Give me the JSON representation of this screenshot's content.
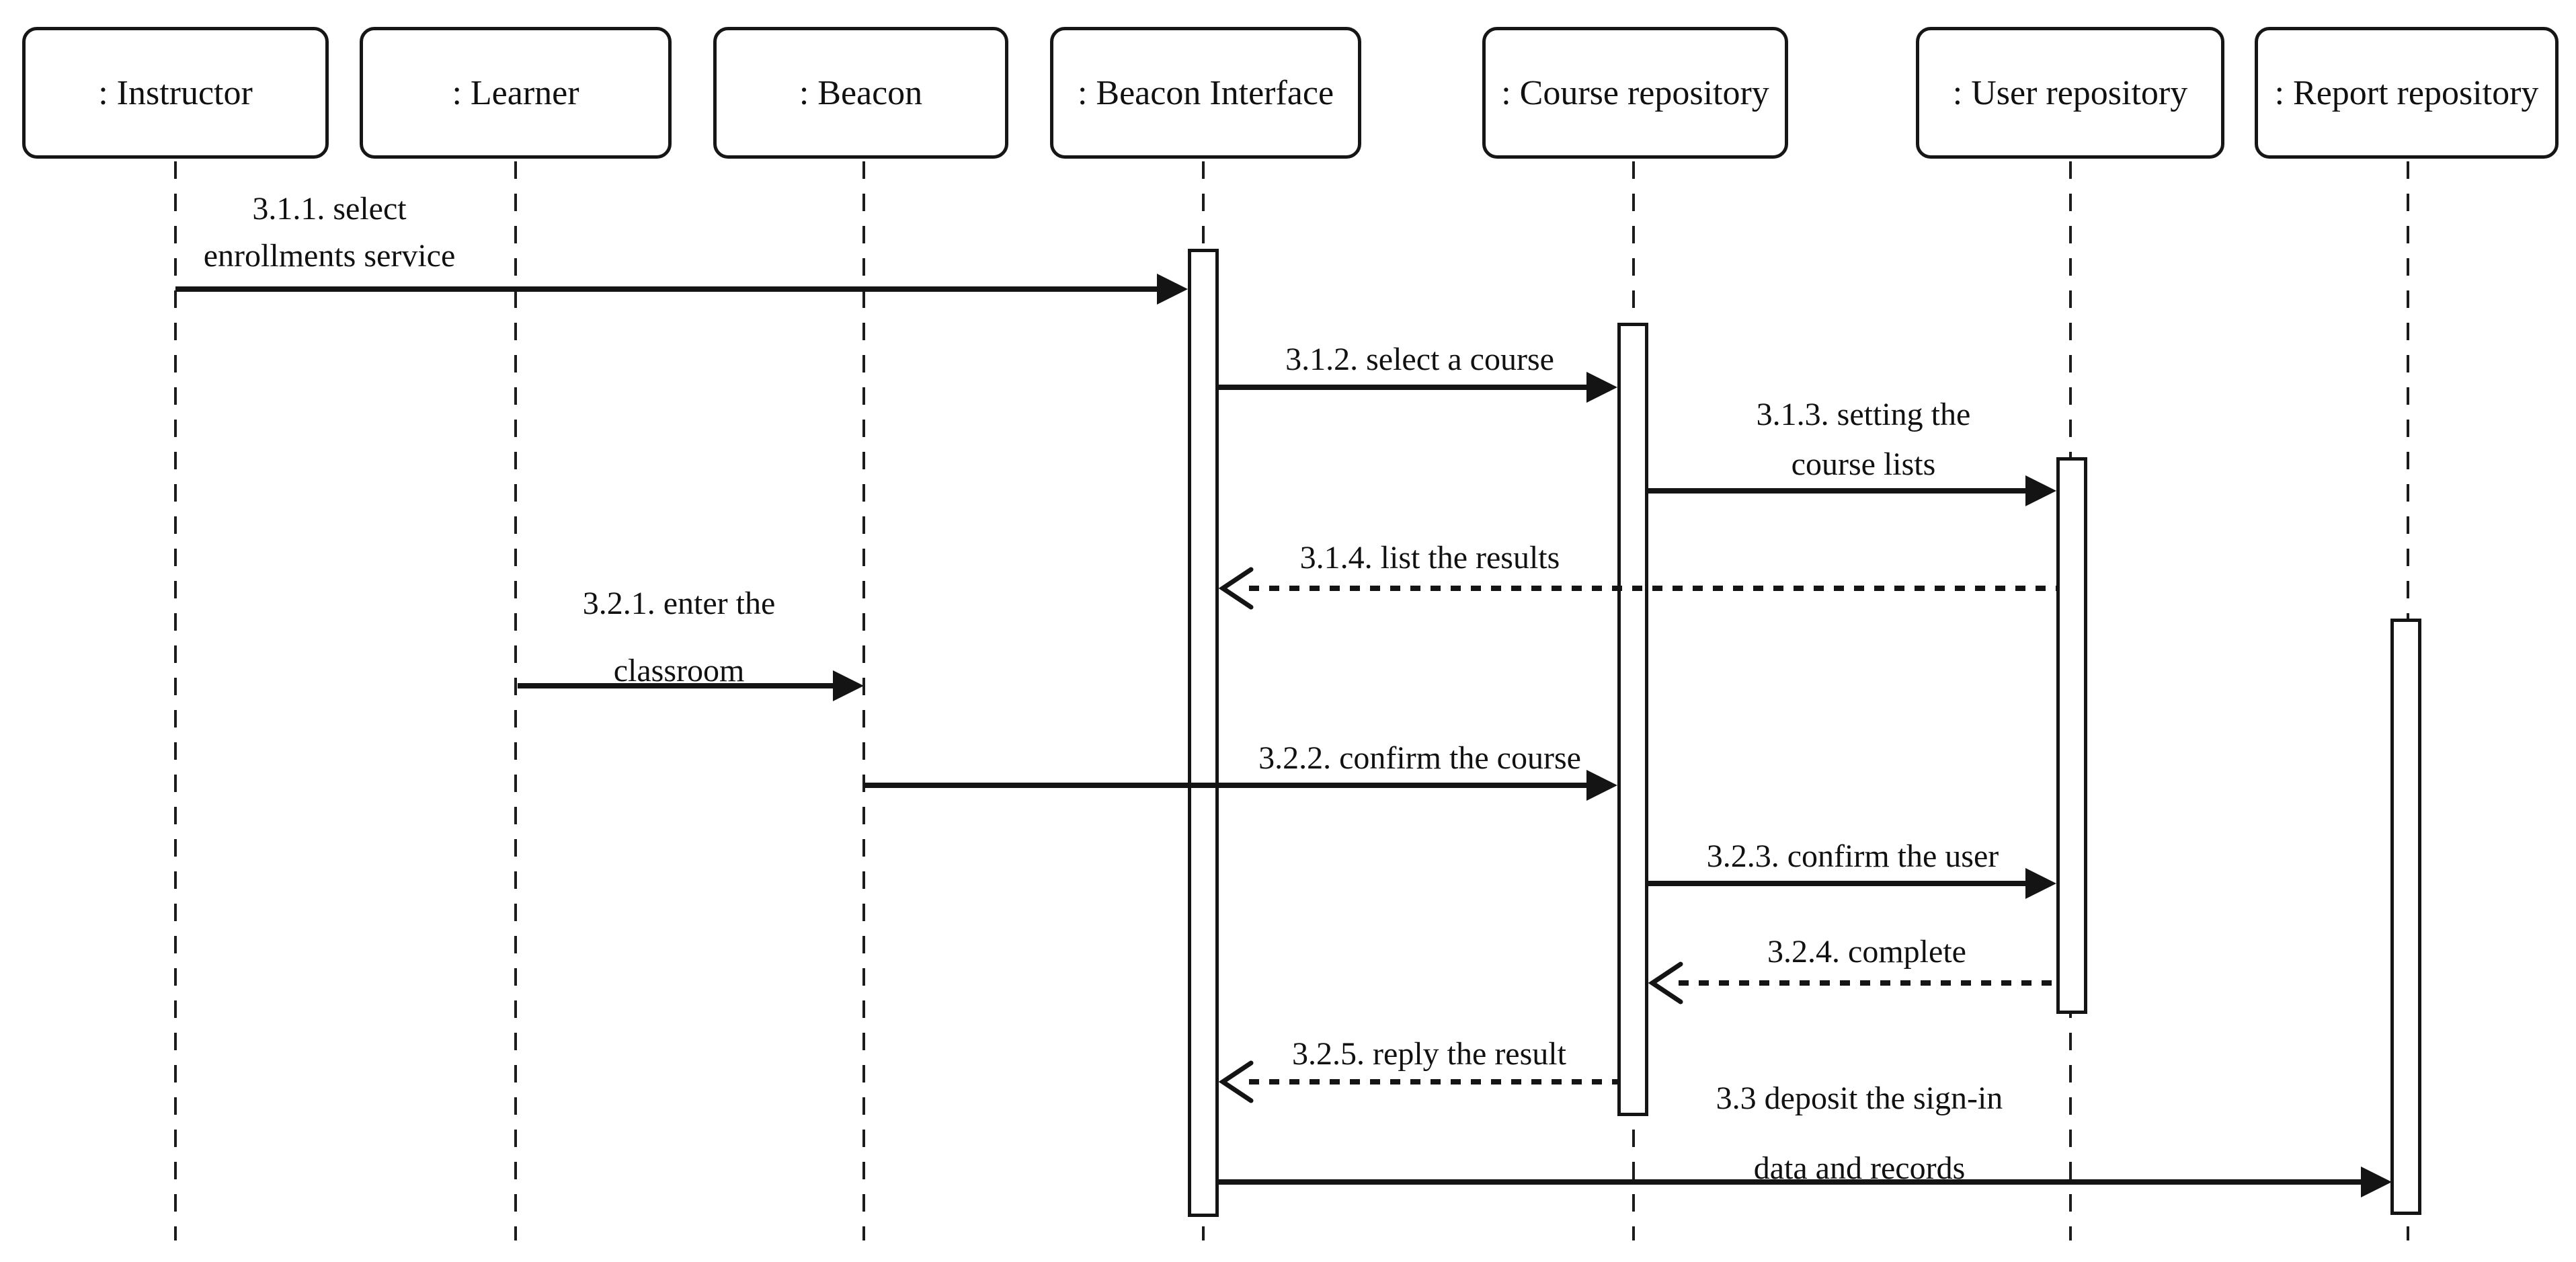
{
  "diagram": {
    "kind": "uml-sequence-diagram",
    "background_color": "#ffffff",
    "line_color": "#141414",
    "lifelines": [
      {
        "id": "instructor",
        "label": ": Instructor"
      },
      {
        "id": "learner",
        "label": ": Learner"
      },
      {
        "id": "beacon",
        "label": ": Beacon"
      },
      {
        "id": "beacon-interface",
        "label": ": Beacon Interface"
      },
      {
        "id": "course-repository",
        "label": ": Course repository"
      },
      {
        "id": "user-repository",
        "label": ": User repository"
      },
      {
        "id": "report-repository",
        "label": ": Report repository"
      }
    ],
    "activations": [
      {
        "lifeline": ": Beacon Interface"
      },
      {
        "lifeline": ": Course repository"
      },
      {
        "lifeline": ": User repository"
      },
      {
        "lifeline": ": Report repository"
      }
    ],
    "messages": [
      {
        "id": "3.1.1",
        "label": "3.1.1. select\nenrollments service",
        "from": ": Instructor",
        "to": ": Beacon Interface",
        "style": "solid-call"
      },
      {
        "id": "3.1.2",
        "label": "3.1.2. select a course",
        "from": ": Beacon Interface",
        "to": ": Course repository",
        "style": "solid-call"
      },
      {
        "id": "3.1.3",
        "label": "3.1.3. setting the\ncourse lists",
        "from": ": Course repository",
        "to": ": User repository",
        "style": "solid-call"
      },
      {
        "id": "3.1.4",
        "label": "3.1.4. list the results",
        "from": ": User repository",
        "to": ": Beacon Interface",
        "style": "dashed-return"
      },
      {
        "id": "3.2.1",
        "label": "3.2.1. enter the\nclassroom",
        "from": ": Learner",
        "to": ": Beacon",
        "style": "solid-call"
      },
      {
        "id": "3.2.2",
        "label": "3.2.2. confirm the course",
        "from": ": Beacon",
        "to": ": Course repository",
        "style": "solid-call"
      },
      {
        "id": "3.2.3",
        "label": "3.2.3. confirm the user",
        "from": ": Course repository",
        "to": ": User repository",
        "style": "solid-call"
      },
      {
        "id": "3.2.4",
        "label": "3.2.4. complete",
        "from": ": User repository",
        "to": ": Course repository",
        "style": "dashed-return"
      },
      {
        "id": "3.2.5",
        "label": "3.2.5. reply the result",
        "from": ": Course repository",
        "to": ": Beacon Interface",
        "style": "dashed-return"
      },
      {
        "id": "3.3",
        "label": "3.3  deposit the sign-in\ndata and records",
        "from": ": Beacon Interface",
        "to": ": Report repository",
        "style": "solid-call"
      }
    ]
  }
}
